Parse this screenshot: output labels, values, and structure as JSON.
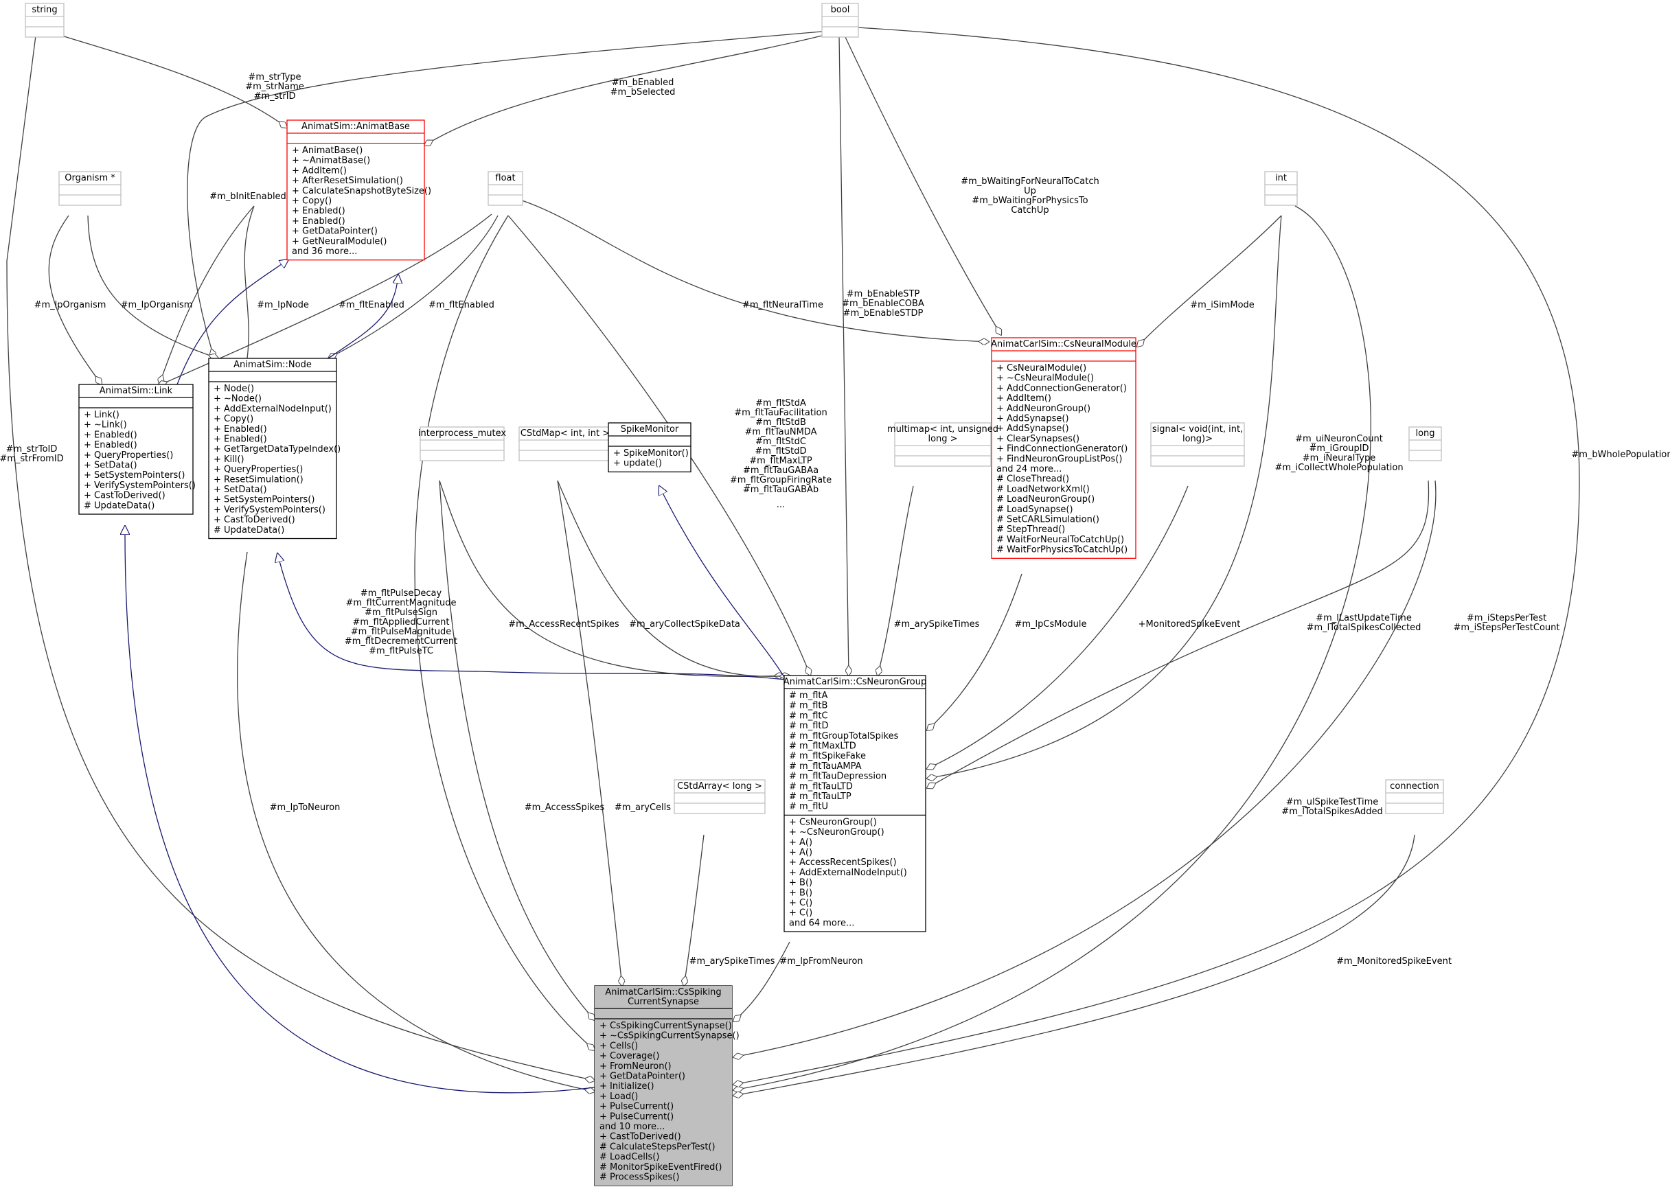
{
  "classes": [
    {
      "id": "string",
      "title": [
        "string"
      ],
      "members": [],
      "methods": [],
      "style": "gray"
    },
    {
      "id": "bool",
      "title": [
        "bool"
      ],
      "members": [],
      "methods": [],
      "style": "gray"
    },
    {
      "id": "animatbase",
      "title": [
        "AnimatSim::AnimatBase"
      ],
      "members": [],
      "methods": [
        "+ AnimatBase()",
        "+ ~AnimatBase()",
        "+ AddItem()",
        "+ AfterResetSimulation()",
        "+ CalculateSnapshotByteSize()",
        "+ Copy()",
        "+ Enabled()",
        "+ Enabled()",
        "+ GetDataPointer()",
        "+ GetNeuralModule()",
        "and 36 more..."
      ],
      "style": "red"
    },
    {
      "id": "organism",
      "title": [
        "Organism *"
      ],
      "members": [],
      "methods": [],
      "style": "gray"
    },
    {
      "id": "float",
      "title": [
        "float"
      ],
      "members": [],
      "methods": [],
      "style": "gray"
    },
    {
      "id": "int",
      "title": [
        "int"
      ],
      "members": [],
      "methods": [],
      "style": "gray"
    },
    {
      "id": "link",
      "title": [
        "AnimatSim::Link"
      ],
      "members": [],
      "methods": [
        "+ Link()",
        "+ ~Link()",
        "+ Enabled()",
        "+ Enabled()",
        "+ QueryProperties()",
        "+ SetData()",
        "+ SetSystemPointers()",
        "+ VerifySystemPointers()",
        "+ CastToDerived()",
        "# UpdateData()"
      ],
      "style": "black"
    },
    {
      "id": "node",
      "title": [
        "AnimatSim::Node"
      ],
      "members": [],
      "methods": [
        "+ Node()",
        "+ ~Node()",
        "+ AddExternalNodeInput()",
        "+ Copy()",
        "+ Enabled()",
        "+ Enabled()",
        "+ GetTargetDataTypeIndex()",
        "+ Kill()",
        "+ QueryProperties()",
        "+ ResetSimulation()",
        "+ SetData()",
        "+ SetSystemPointers()",
        "+ VerifySystemPointers()",
        "+ CastToDerived()",
        "# UpdateData()"
      ],
      "style": "black"
    },
    {
      "id": "neuralmodule",
      "title": [
        "AnimatCarlSim::CsNeuralModule"
      ],
      "members": [],
      "methods": [
        "+ CsNeuralModule()",
        "+ ~CsNeuralModule()",
        "+ AddConnectionGenerator()",
        "+ AddItem()",
        "+ AddNeuronGroup()",
        "+ AddSynapse()",
        "+ AddSynapse()",
        "+ ClearSynapses()",
        "+ FindConnectionGenerator()",
        "+ FindNeuronGroupListPos()",
        "and 24 more...",
        "# CloseThread()",
        "# LoadNetworkXml()",
        "# LoadNeuronGroup()",
        "# LoadSynapse()",
        "# SetCARLSimulation()",
        "# StepThread()",
        "# WaitForNeuralToCatchUp()",
        "# WaitForPhysicsToCatchUp()"
      ],
      "style": "red"
    },
    {
      "id": "interprocess",
      "title": [
        "interprocess_mutex"
      ],
      "members": [],
      "methods": [],
      "style": "gray"
    },
    {
      "id": "cstdmap",
      "title": [
        "CStdMap< int, int >"
      ],
      "members": [],
      "methods": [],
      "style": "gray"
    },
    {
      "id": "spikemonitor",
      "title": [
        "SpikeMonitor"
      ],
      "members": [],
      "methods": [
        "+ SpikeMonitor()",
        "+ update()"
      ],
      "style": "black"
    },
    {
      "id": "multimap",
      "title": [
        "multimap< int, unsigned",
        "long >"
      ],
      "members": [],
      "methods": [],
      "style": "gray"
    },
    {
      "id": "signal",
      "title": [
        "signal< void(int, int,",
        "long)>"
      ],
      "members": [],
      "methods": [],
      "style": "gray"
    },
    {
      "id": "long",
      "title": [
        "long"
      ],
      "members": [],
      "methods": [],
      "style": "gray"
    },
    {
      "id": "neurongroup",
      "title": [
        "AnimatCarlSim::CsNeuronGroup"
      ],
      "members": [
        "# m_fltA",
        "# m_fltB",
        "# m_fltC",
        "# m_fltD",
        "# m_fltGroupTotalSpikes",
        "# m_fltMaxLTD",
        "# m_fltSpikeFake",
        "# m_fltTauAMPA",
        "# m_fltTauDepression",
        "# m_fltTauLTD",
        "# m_fltTauLTP",
        "# m_fltU"
      ],
      "methods": [
        "+ CsNeuronGroup()",
        "+ ~CsNeuronGroup()",
        "+ A()",
        "+ A()",
        "+ AccessRecentSpikes()",
        "+ AddExternalNodeInput()",
        "+ B()",
        "+ B()",
        "+ C()",
        "+ C()",
        "and 64 more..."
      ],
      "style": "black"
    },
    {
      "id": "cstdarray",
      "title": [
        "CStdArray< long >"
      ],
      "members": [],
      "methods": [],
      "style": "gray"
    },
    {
      "id": "connection",
      "title": [
        "connection"
      ],
      "members": [],
      "methods": [],
      "style": "gray"
    },
    {
      "id": "main",
      "title": [
        "AnimatCarlSim::CsSpiking",
        "CurrentSynapse"
      ],
      "members": [],
      "methods": [
        "+ CsSpikingCurrentSynapse()",
        "+ ~CsSpikingCurrentSynapse()",
        "+ Cells()",
        "+ Coverage()",
        "+ FromNeuron()",
        "+ GetDataPointer()",
        "+ Initialize()",
        "+ Load()",
        "+ PulseCurrent()",
        "+ PulseCurrent()",
        "and 10 more...",
        "+ CastToDerived()",
        "# CalculateStepsPerTest()",
        "# LoadCells()",
        "# MonitorSpikeEventFired()",
        "# ProcessSpikes()"
      ],
      "style": "main"
    }
  ],
  "edge_labels": [
    [
      "#m_strType",
      "#m_strName",
      "#m_strID"
    ],
    [
      "#m_bEnabled",
      "#m_bSelected"
    ],
    [
      "#m_bInitEnabled"
    ],
    [
      "#m_bWaitingForNeuralToCatch",
      "Up",
      "#m_bWaitingForPhysicsTo",
      "CatchUp"
    ],
    [
      "#m_lpOrganism"
    ],
    [
      "#m_lpOrganism"
    ],
    [
      "#m_lpNode"
    ],
    [
      "#m_fltEnabled"
    ],
    [
      "#m_fltEnabled"
    ],
    [
      "#m_fltNeuralTime"
    ],
    [
      "#m_bEnableSTP",
      "#m_bEnableCOBA",
      "#m_bEnableSTDP"
    ],
    [
      "#m_iSimMode"
    ],
    [
      "#m_fltStdA",
      "#m_fltTauFacilitation",
      "#m_fltStdB",
      "#m_fltTauNMDA",
      "#m_fltStdC",
      "#m_fltStdD",
      "#m_fltMaxLTP",
      "#m_fltTauGABAa",
      "#m_fltGroupFiringRate",
      "#m_fltTauGABAb",
      "..."
    ],
    [
      "#m_uiNeuronCount",
      "#m_iGroupID",
      "#m_iNeuralType",
      "#m_iCollectWholePopulation"
    ],
    [
      "#m_bWholePopulation"
    ],
    [
      "#m_strToID",
      "#m_strFromID"
    ],
    [
      "#m_fltPulseDecay",
      "#m_fltCurrentMagnitude",
      "#m_fltPulseSign",
      "#m_fltAppliedCurrent",
      "#m_fltPulseMagnitude",
      "#m_fltDecrementCurrent",
      "#m_fltPulseTC"
    ],
    [
      "#m_AccessRecentSpikes"
    ],
    [
      "#m_aryCollectSpikeData"
    ],
    [
      "#m_arySpikeTimes"
    ],
    [
      "#m_lpCsModule"
    ],
    [
      "+MonitoredSpikeEvent"
    ],
    [
      "#m_lLastUpdateTime",
      "#m_lTotalSpikesCollected"
    ],
    [
      "#m_iStepsPerTest",
      "#m_iStepsPerTestCount"
    ],
    [
      "#m_lpToNeuron"
    ],
    [
      "#m_AccessSpikes"
    ],
    [
      "#m_aryCells"
    ],
    [
      "#m_arySpikeTimes"
    ],
    [
      "#m_lpFromNeuron"
    ],
    [
      "#m_ulSpikeTestTime",
      "#m_lTotalSpikesAdded"
    ],
    [
      "#m_MonitoredSpikeEvent"
    ]
  ]
}
